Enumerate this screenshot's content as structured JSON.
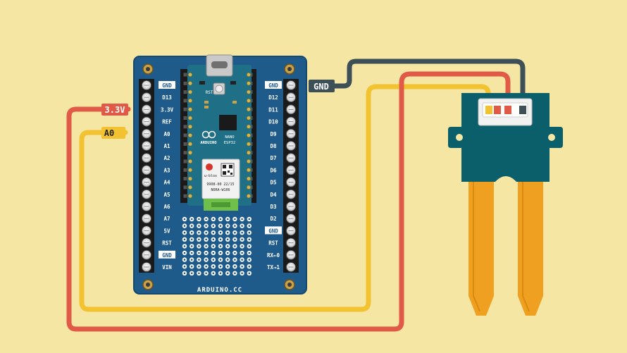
{
  "colors": {
    "background": "#f5e6a3",
    "board": "#1e5a8a",
    "wire_gnd": "#3d4f57",
    "wire_vcc": "#e05a47",
    "wire_signal": "#f2c230",
    "sensor": "#0b5f6b",
    "probe": "#f0a020"
  },
  "wire_labels": {
    "gnd": "GND",
    "vcc": "3.3V",
    "signal": "A0"
  },
  "carrier": {
    "left_pins": [
      "GND",
      "D13",
      "3.3V",
      "REF",
      "A0",
      "A1",
      "A2",
      "A3",
      "A4",
      "A5",
      "A6",
      "A7",
      "5V",
      "RST",
      "GND",
      "VIN"
    ],
    "right_pins": [
      "GND",
      "D12",
      "D11",
      "D10",
      "D9",
      "D8",
      "D7",
      "D6",
      "D5",
      "D4",
      "D3",
      "D2",
      "GND",
      "RST",
      "RX←0",
      "TX→1"
    ],
    "footer": "ARDUINO.CC"
  },
  "nano": {
    "brand": "ARDUINO",
    "model_line1": "NANO",
    "model_line2": "ESP32",
    "rst_label": "RST",
    "module_brand": "u-blox",
    "module_code": "9908-00 22/15",
    "module_name": "NORA-W106"
  },
  "sensor": {
    "name": "soil-moisture-sensor"
  }
}
